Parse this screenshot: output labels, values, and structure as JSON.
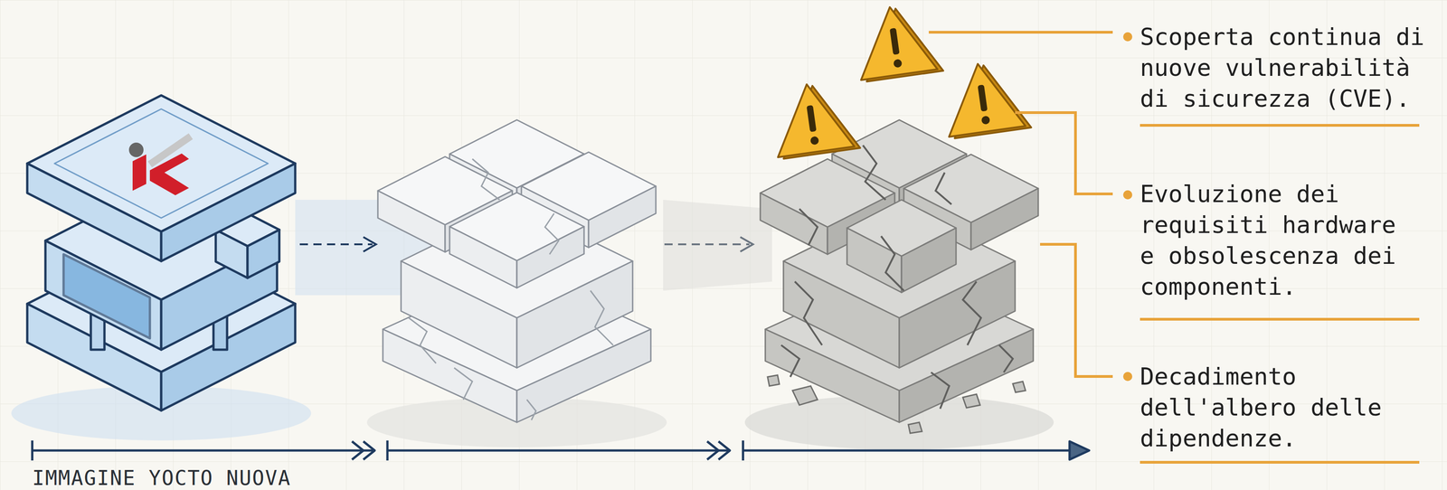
{
  "diagram": {
    "labels": [
      "IMMAGINE YOCTO NUOVA",
      "Scoperta continua di nuove vulnerabilità di sicurezza (CVE).",
      "Evoluzione dei requisiti hardware e obsolescenza dei componenti.",
      "Decadimento dell'albero delle dipendenze."
    ]
  }
}
